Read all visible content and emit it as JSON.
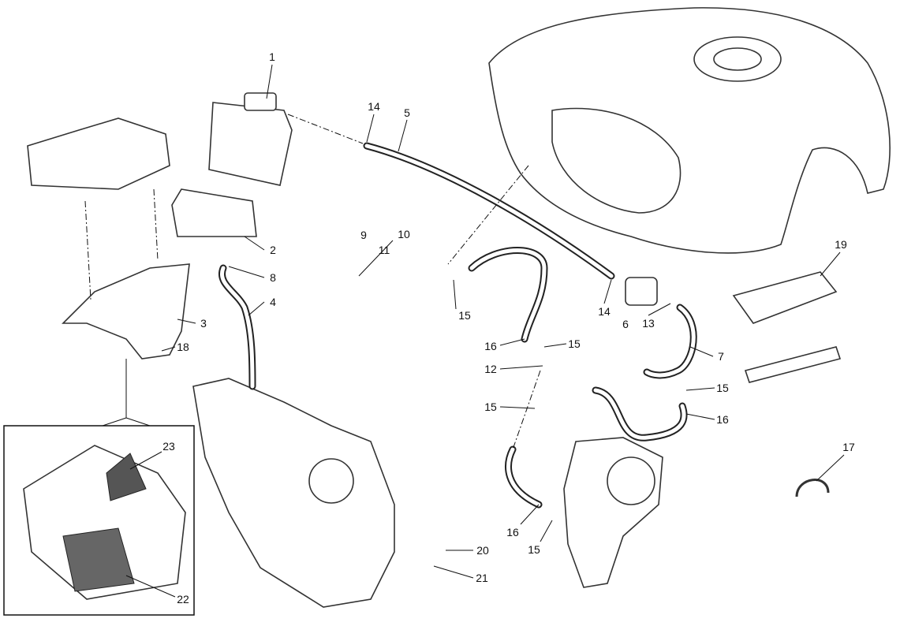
{
  "diagram": {
    "labels": [
      "1",
      "14",
      "5",
      "2",
      "8",
      "4",
      "3",
      "18",
      "9",
      "10",
      "11",
      "15",
      "16",
      "15",
      "12",
      "15",
      "15",
      "16",
      "14",
      "6",
      "13",
      "7",
      "19",
      "17",
      "16",
      "15",
      "20",
      "21",
      "23",
      "22"
    ]
  }
}
